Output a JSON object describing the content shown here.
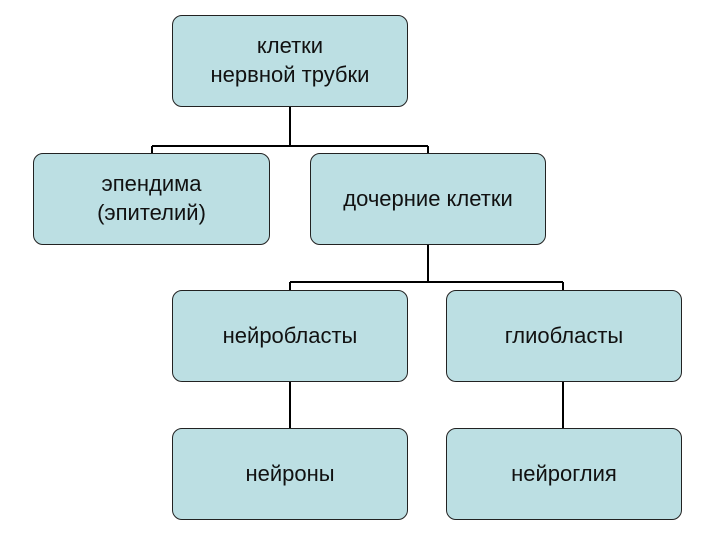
{
  "diagram": {
    "root": {
      "label": "клетки\nнервной трубки"
    },
    "ependyma": {
      "label": "эпендима\n(эпителий)"
    },
    "daughter": {
      "label": "дочерние клетки"
    },
    "neuroblasts": {
      "label": "нейробласты"
    },
    "glioblasts": {
      "label": "глиобласты"
    },
    "neurons": {
      "label": "нейроны"
    },
    "neuroglia": {
      "label": "нейроглия"
    }
  },
  "colors": {
    "node_fill": "#bcdfe3",
    "node_border": "#222222",
    "line": "#000000"
  }
}
